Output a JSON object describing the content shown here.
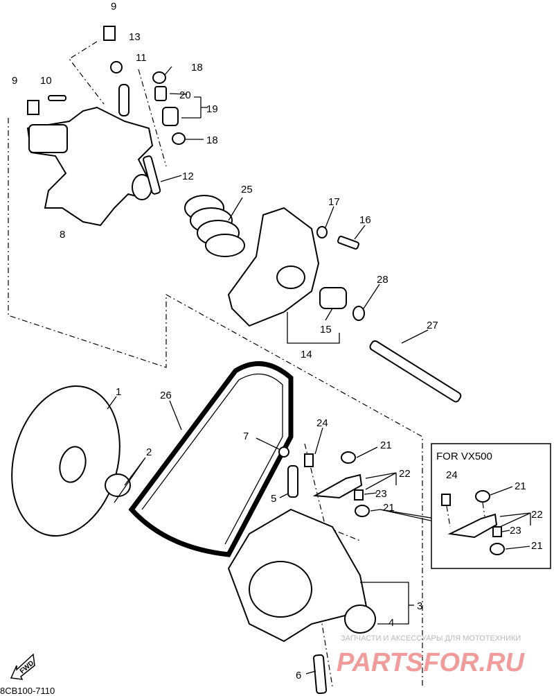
{
  "diagram": {
    "callouts": {
      "c9a": "9",
      "c13": "13",
      "c11": "11",
      "c18a": "18",
      "c20": "20",
      "c19": "19",
      "c18b": "18",
      "c9b": "9",
      "c10": "10",
      "c12": "12",
      "c8": "8",
      "c25": "25",
      "c17": "17",
      "c16": "16",
      "c28": "28",
      "c27": "27",
      "c15": "15",
      "c14": "14",
      "c1": "1",
      "c26": "26",
      "c24": "24",
      "c7": "7",
      "c21a": "21",
      "c2": "2",
      "c22": "22",
      "c5": "5",
      "c23": "23",
      "c21b": "21",
      "c3": "3",
      "c4": "4",
      "c6": "6"
    },
    "inset": {
      "title": "FOR VX500",
      "c24": "24",
      "c21a": "21",
      "c22": "22",
      "c23": "23",
      "c21b": "21"
    },
    "fwd_label": "FWD",
    "drawing_code": "8CB100-7110",
    "watermark": {
      "tagline": "ЗАПЧАСТИ И АКСЕССУАРЫ ДЛЯ МОТОТЕХНИКИ",
      "brand": "PARTSFOR.RU"
    }
  }
}
